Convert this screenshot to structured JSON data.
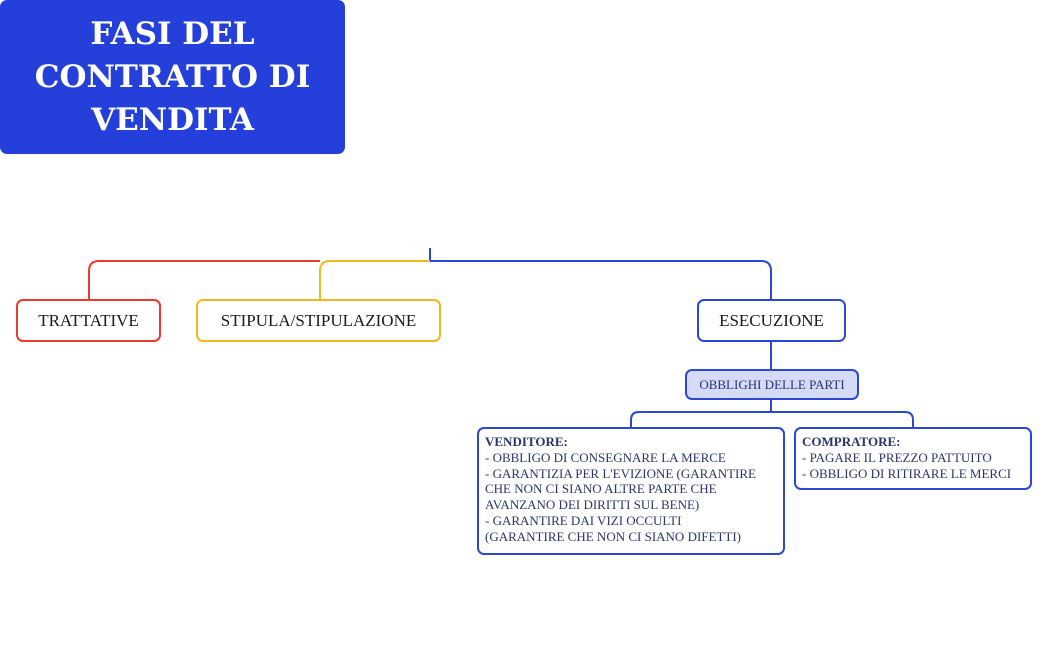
{
  "root": {
    "lines": [
      "FASI DEL",
      "CONTRATTO DI",
      "VENDITA"
    ],
    "color": "#2540DA"
  },
  "branches": [
    {
      "label": "TRATTATIVE",
      "color": "#EE3A2E"
    },
    {
      "label": "STIPULA/STIPULAZIONE",
      "color": "#F4B81E"
    },
    {
      "label": "ESECUZIONE",
      "color": "#2A47D6"
    }
  ],
  "execution": {
    "sub_label": "OBBLIGHI DELLE PARTI",
    "seller": {
      "title": "VENDITORE:",
      "lines": [
        "- OBBLIGO DI CONSEGNARE LA MERCE",
        "- GARANTIZIA PER L'EVIZIONE (GARANTIRE",
        "CHE NON CI SIANO ALTRE PARTE CHE",
        "AVANZANO DEI DIRITTI SUL BENE)",
        "- GARANTIRE DAI VIZI OCCULTI",
        "(GARANTIRE CHE NON CI SIANO DIFETTI)"
      ]
    },
    "buyer": {
      "title": "COMPRATORE:",
      "lines": [
        "- PAGARE IL PREZZO PATTUITO",
        "- OBBLIGO DI RITIRARE LE MERCI"
      ]
    }
  }
}
